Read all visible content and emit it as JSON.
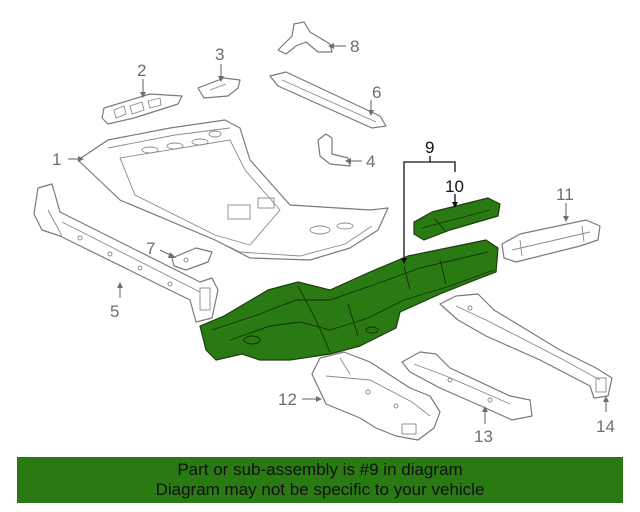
{
  "diagram": {
    "callouts": {
      "c1": "1",
      "c2": "2",
      "c3": "3",
      "c4": "4",
      "c5": "5",
      "c6": "6",
      "c7": "7",
      "c8": "8",
      "c9": "9",
      "c10": "10",
      "c11": "11",
      "c12": "12",
      "c13": "13",
      "c14": "14"
    },
    "highlight_color": "#2a7a14",
    "part_stroke_color": "#7a7a7a"
  },
  "banner": {
    "line1": "Part or sub-assembly is #9 in diagram",
    "line2": "Diagram may not be specific to your vehicle",
    "background": "#2a7a14"
  }
}
